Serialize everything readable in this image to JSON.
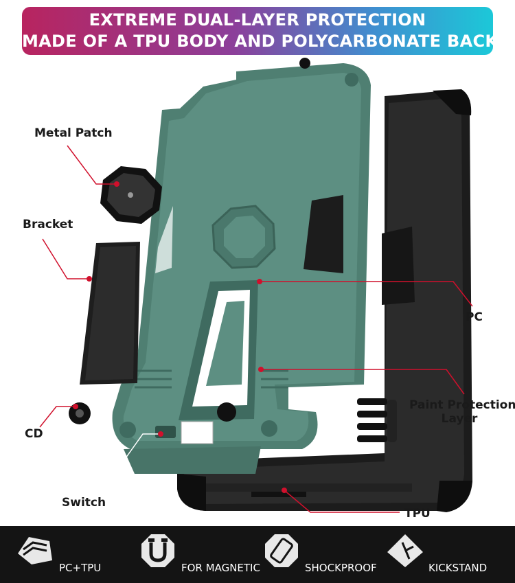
{
  "header": {
    "line1": "EXTREME DUAL-LAYER PROTECTION",
    "line2": "MADE OF A TPU BODY AND POLYCARBONATE BACK"
  },
  "callouts": {
    "metal_patch": "Metal Patch",
    "bracket": "Bracket",
    "cd": "CD",
    "switch": "Switch",
    "pc": "PC",
    "paint_line1": "Paint Protection",
    "paint_line2": "Layer",
    "tpu": "TPU"
  },
  "features": [
    {
      "label": "PC+TPU",
      "icon": "layers-icon"
    },
    {
      "label": "FOR MAGNETIC",
      "icon": "magnet-icon"
    },
    {
      "label": "SHOCKPROOF",
      "icon": "shield-phone-icon"
    },
    {
      "label": "KICKSTAND",
      "icon": "kickstand-icon"
    }
  ],
  "colors": {
    "case_green": "#4f7f72",
    "case_dark": "#1b1b1b",
    "callout_red": "#d0102c",
    "bar_bg": "#141414"
  }
}
